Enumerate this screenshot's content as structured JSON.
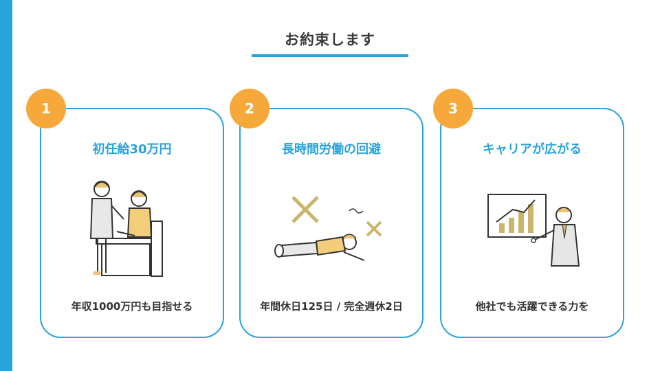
{
  "page": {
    "title": "お約束します",
    "accent_color": "#29a3dc",
    "badge_color": "#f7a83a"
  },
  "cards": [
    {
      "number": "1",
      "heading": "初任給30万円",
      "description": "年収1000万円も目指せる",
      "illustration": "teacher-and-student-illustration"
    },
    {
      "number": "2",
      "heading": "長時間労働の回避",
      "description": "年間休日125日 / 完全週休2日",
      "illustration": "exhausted-worker-illustration"
    },
    {
      "number": "3",
      "heading": "キャリアが広がる",
      "description": "他社でも活躍できる力を",
      "illustration": "businessman-chart-illustration"
    }
  ]
}
